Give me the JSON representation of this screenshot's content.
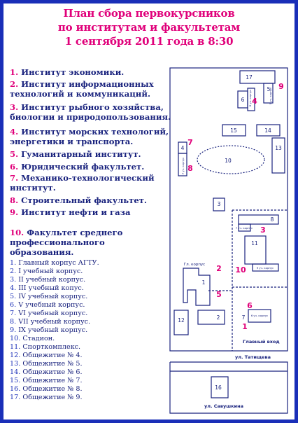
{
  "title": {
    "line1": "План сбора первокурсников",
    "line2": "по институтам и факультетам",
    "line3": "1 сентября 2011 года в 8:30"
  },
  "institutes": [
    {
      "num": "1.",
      "text": "Институт экономики."
    },
    {
      "num": "2.",
      "text": "Институт информационных технологий и коммуникаций."
    },
    {
      "num": "3.",
      "text": "Институт рыбного хозяйства, биологии и природопользования."
    },
    {
      "num": "4.",
      "text": "Институт морских технологий, энергетики и транспорта."
    },
    {
      "num": "5.",
      "text": "Гуманитарный институт."
    },
    {
      "num": "6.",
      "text": "Юридический факультет."
    },
    {
      "num": "7.",
      "text": "Механико-технологический институт."
    },
    {
      "num": "8.",
      "text": "Строительный факультет."
    },
    {
      "num": "9.",
      "text": " Институт нефти и газа"
    },
    {
      "num": "10.",
      "text": "Факультет среднего профессионального образования."
    }
  ],
  "buildings": [
    {
      "num": "1.",
      "text": "Главный корпус АГТУ."
    },
    {
      "num": "2.",
      "text": "I учебный корпус."
    },
    {
      "num": "3.",
      "text": "II учебный корпус."
    },
    {
      "num": "4.",
      "text": "III учебный копус."
    },
    {
      "num": "5.",
      "text": "IV учебный корпус."
    },
    {
      "num": "6.",
      "text": "V учебный корпус."
    },
    {
      "num": "7.",
      "text": "VI учебный корпус."
    },
    {
      "num": "8.",
      "text": "VII учебный корпус."
    },
    {
      "num": "9.",
      "text": "IX учебный корпус."
    },
    {
      "num": "10.",
      "text": "Стадион."
    },
    {
      "num": "11.",
      "text": "Спорткомплекс."
    },
    {
      "num": "12.",
      "text": "Общежитие № 4."
    },
    {
      "num": "13.",
      "text": "Общежитие № 5."
    },
    {
      "num": "14.",
      "text": "Общежитие № 6."
    },
    {
      "num": "15.",
      "text": "Общежитие № 7."
    },
    {
      "num": "16.",
      "text": "Общежитие № 8."
    },
    {
      "num": "17.",
      "text": "Общежитие № 9."
    }
  ],
  "map": {
    "building_numbers": [
      "17",
      "6",
      "5",
      "15",
      "14",
      "4",
      "13",
      "10",
      "3",
      "8",
      "11",
      "2",
      "1",
      "12",
      "9",
      "7",
      "16"
    ],
    "building_labels": {
      "main": "Гл. корпус",
      "c6": "6 уч. корпус",
      "c7a": "7 уч. корпус",
      "c7b": "7 уч. корпус",
      "c8": "8 уч. корпус",
      "c5": "5 уч. корпус",
      "c9": "9 уч. корпус"
    },
    "markers": [
      "4",
      "9",
      "7",
      "8",
      "3",
      "2",
      "10",
      "5",
      "6",
      "1"
    ],
    "labels": {
      "main_entrance": "Главный вход",
      "street1": "ул. Татищева",
      "street2": "ул. Савушкина"
    },
    "colors": {
      "marker": "#e0007a",
      "line": "#1a237e",
      "frame": "#1a2fb8"
    }
  }
}
